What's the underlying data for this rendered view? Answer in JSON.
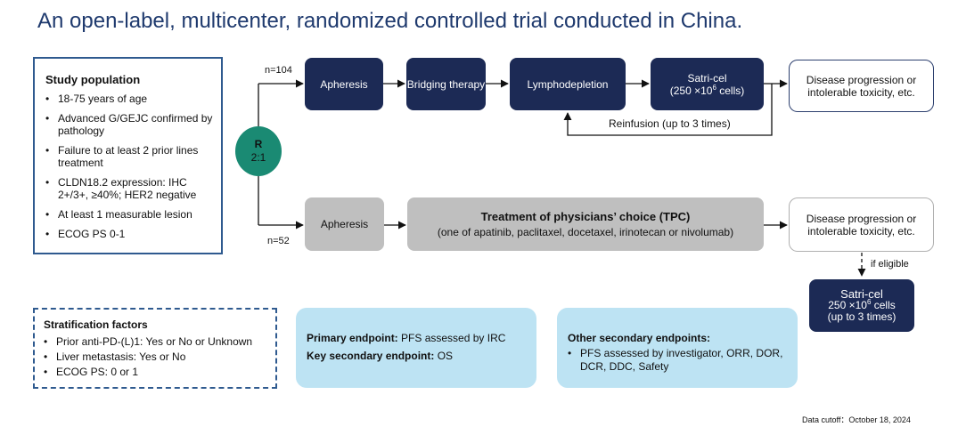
{
  "title": "An open-label, multicenter, randomized controlled trial conducted in China.",
  "study_population": {
    "title": "Study population",
    "items": [
      "18-75 years of age",
      "Advanced G/GEJC confirmed by pathology",
      "Failure to at least 2 prior lines treatment",
      "CLDN18.2 expression: IHC 2+/3+, ≥40%; HER2 negative",
      "At least 1 measurable lesion",
      "ECOG PS 0-1"
    ]
  },
  "randomization": {
    "label": "R",
    "ratio": "2:1"
  },
  "arm_top": {
    "n": "n=104",
    "apheresis": "Apheresis",
    "bridging": "Bridging therapy",
    "lymphodepletion": "Lymphodepletion",
    "satri_name": "Satri-cel",
    "satri_dose_prefix": "(250 ×10",
    "satri_dose_exp": "6",
    "satri_dose_suffix": " cells)",
    "outcome": "Disease progression or intolerable toxicity, etc.",
    "reinfusion": "Reinfusion (up to 3 times)"
  },
  "arm_bottom": {
    "n": "n=52",
    "apheresis": "Apheresis",
    "tpc_title": "Treatment of physicians’ choice (TPC)",
    "tpc_sub": "(one of apatinib, paclitaxel, docetaxel, irinotecan or nivolumab)",
    "outcome": "Disease progression or intolerable toxicity, etc.",
    "if_eligible": "if eligible",
    "crossover_name": "Satri-cel",
    "crossover_dose_prefix": "250 ×10",
    "crossover_dose_exp": "6",
    "crossover_dose_suffix": " cells",
    "crossover_times": "(up to 3 times)"
  },
  "stratification": {
    "title": "Stratification factors",
    "items": [
      "Prior anti-PD-(L)1: Yes or No or Unknown",
      "Liver metastasis: Yes or No",
      "ECOG PS: 0 or 1"
    ]
  },
  "endpoints_primary": {
    "primary_label": "Primary endpoint:",
    "primary_value": " PFS assessed by IRC",
    "key_secondary_label": "Key secondary endpoint:",
    "key_secondary_value": " OS"
  },
  "endpoints_other": {
    "title": "Other secondary endpoints:",
    "item": "PFS assessed by investigator, ORR, DOR, DCR, DDC, Safety"
  },
  "footer": "Data cutoff：October 18, 2024"
}
